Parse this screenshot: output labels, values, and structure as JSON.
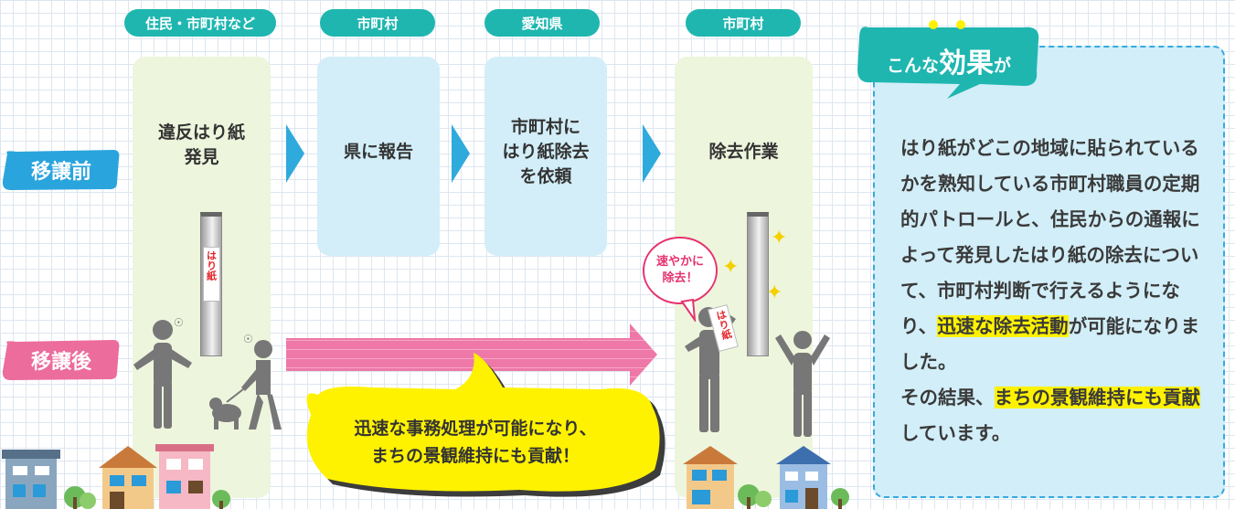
{
  "headers": [
    "住民・市町村など",
    "市町村",
    "愛知県",
    "市町村"
  ],
  "steps": {
    "step1": "違反はり紙\n発見",
    "step2": "県に報告",
    "step3": "市町村に\nはり紙除去\nを依頼",
    "step4": "除去作業"
  },
  "labels": {
    "before": "移譲前",
    "after": "移譲後"
  },
  "poster_text": "はり紙",
  "poster_text_2": "はり紙",
  "speech_quick": "速やかに\n除去！",
  "bubble_main": "迅速な事務処理が可能になり、\nまちの景観維持にも貢献！",
  "effects": {
    "title_small_1": "こんな",
    "title_big": "効果",
    "title_small_2": "が",
    "p1": "はり紙がどこの地域に貼られているかを熟知している市町村職員の定期的パトロールと、住民からの通報によって発見したはり紙の除去について、市町村判断で行えるようになり、",
    "p1_hl": "迅速な除去活動",
    "p1_end": "が可能になりました。",
    "p2": "その結果、",
    "p2_hl": "まちの景観維持にも貢献",
    "p2_end": "しています。"
  },
  "colors": {
    "teal": "#1fb6b0",
    "blue_label": "#2aa4dd",
    "pink_label": "#ec6c9c",
    "arrow_pink": "#ee78a8",
    "chevron": "#2eaadc",
    "highlight": "#fff200"
  }
}
